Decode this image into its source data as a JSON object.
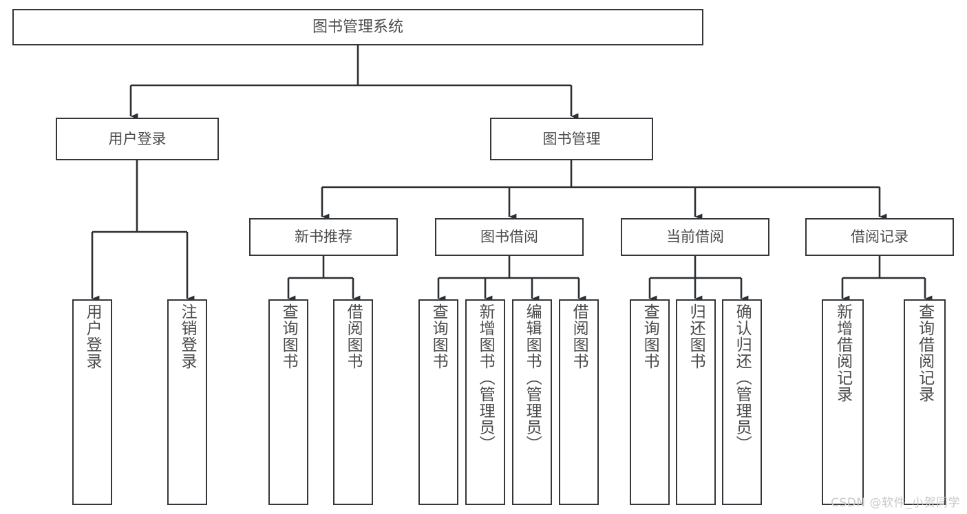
{
  "diagram": {
    "type": "tree",
    "title": "图书管理系统",
    "watermark": "CSDN @软件_小贺同学",
    "colors": {
      "box_border": "#33373b",
      "box_fill": "#ffffff",
      "text": "#4b4b4b",
      "connector": "#2b2f33",
      "watermark": "#c9c9c9"
    },
    "nodes": {
      "root": "图书管理系统",
      "level2": [
        "用户登录",
        "图书管理"
      ],
      "level3": [
        "新书推荐",
        "图书借阅",
        "当前借阅",
        "借阅记录"
      ],
      "leaves": {
        "user_login": [
          "用户登录",
          "注销登录"
        ],
        "new_book": [
          "查询图书",
          "借阅图书"
        ],
        "book_borrow": [
          "查询图书",
          "新增图书（管理员）",
          "编辑图书（管理员）",
          "借阅图书"
        ],
        "current_borrow": [
          "查询图书",
          "归还图书",
          "确认归还（管理员）"
        ],
        "borrow_record": [
          "新增借阅记录",
          "查询借阅记录"
        ]
      }
    }
  }
}
